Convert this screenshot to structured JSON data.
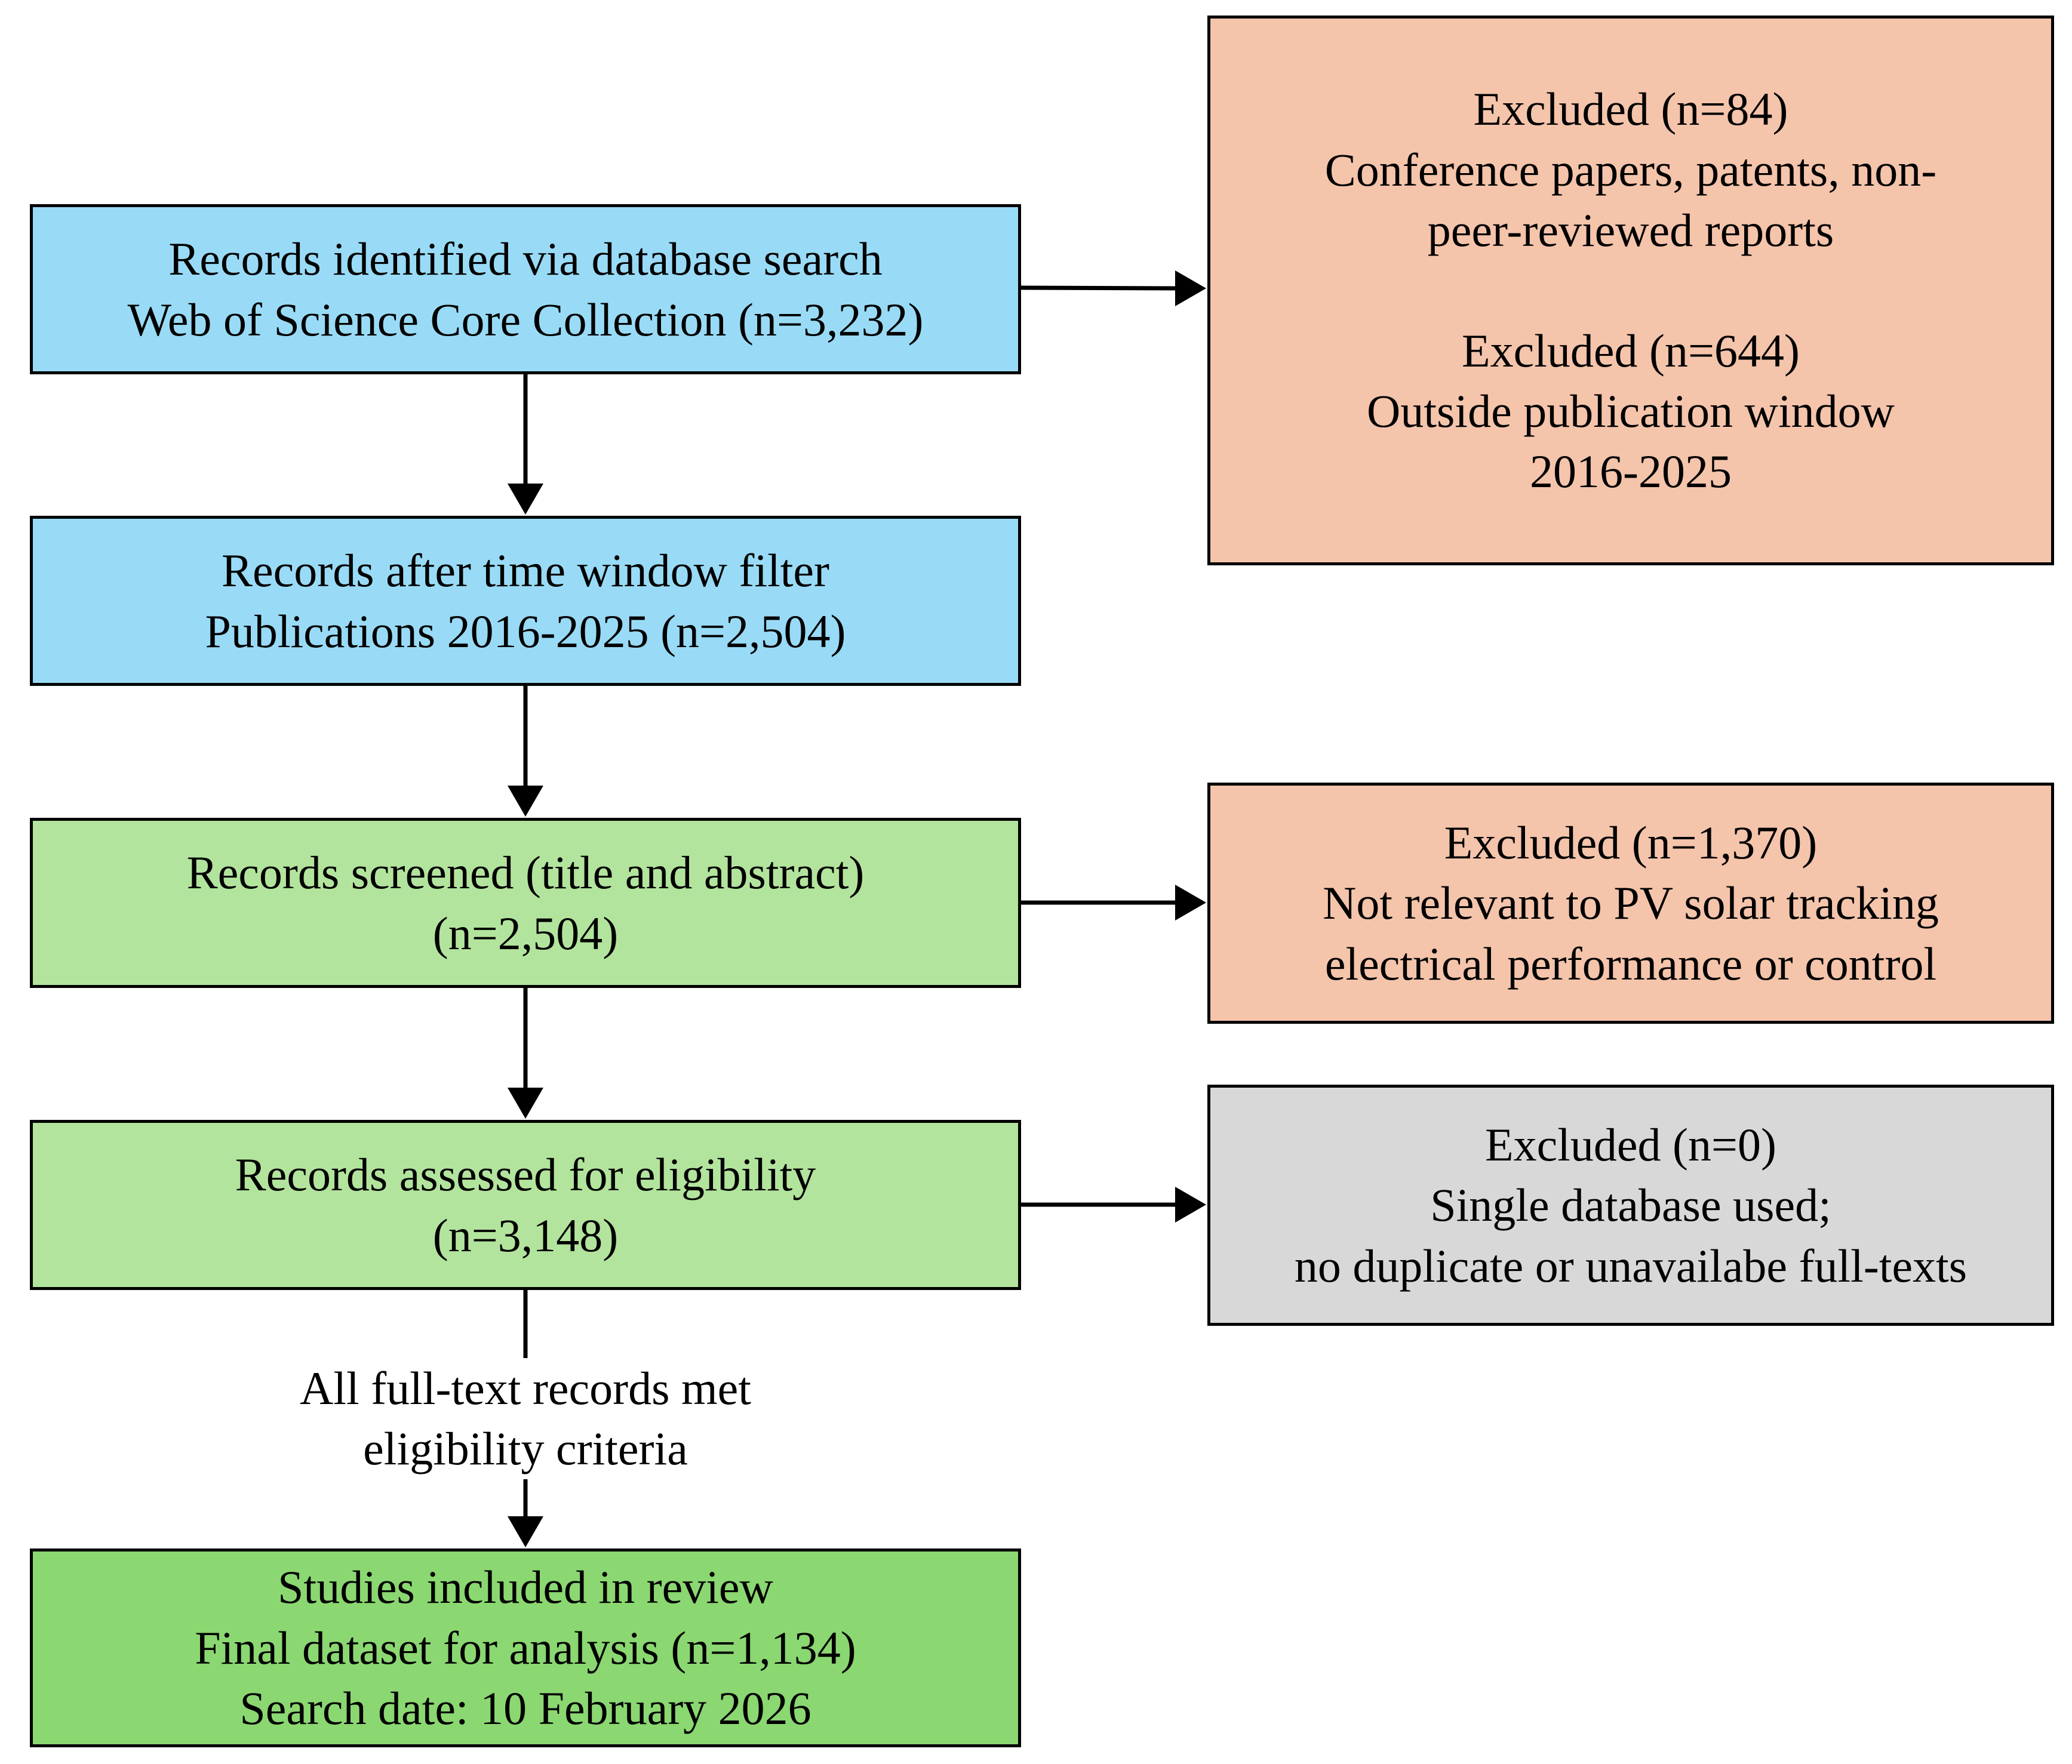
{
  "flow": {
    "identified": {
      "line1": "Records identified via database search",
      "line2": "Web of Science Core Collection (n=3,232)"
    },
    "time_filter": {
      "line1": "Records after time window filter",
      "line2": "Publications 2016-2025 (n=2,504)"
    },
    "screened": {
      "line1": "Records screened (title and abstract)",
      "line2": "(n=2,504)"
    },
    "eligibility": {
      "line1": "Records assessed for eligibility",
      "line2": "(n=3,148)"
    },
    "eligibility_note": {
      "line1": "All full-text records met",
      "line2": "eligibility criteria"
    },
    "included": {
      "line1": "Studies included in review",
      "line2": "Final dataset for analysis (n=1,134)",
      "line3": "Search date: 10 February 2026"
    }
  },
  "exclusions": {
    "first": {
      "a_line1": "Excluded (n=84)",
      "a_line2": "Conference papers, patents, non-",
      "a_line3": "peer-reviewed reports",
      "b_line1": "Excluded (n=644)",
      "b_line2": "Outside publication window",
      "b_line3": "2016-2025"
    },
    "second": {
      "line1": "Excluded (n=1,370)",
      "line2": "Not relevant to PV solar tracking",
      "line3": "electrical performance or control"
    },
    "third": {
      "line1": "Excluded (n=0)",
      "line2": "Single database used;",
      "line3": "no duplicate or unavailabe full-texts"
    }
  },
  "colors": {
    "identification": "#99dbf6",
    "screening": "#b3e49d",
    "included": "#8bd771",
    "excluded": "#f4c4ab",
    "neutral": "#d8d8d8"
  }
}
